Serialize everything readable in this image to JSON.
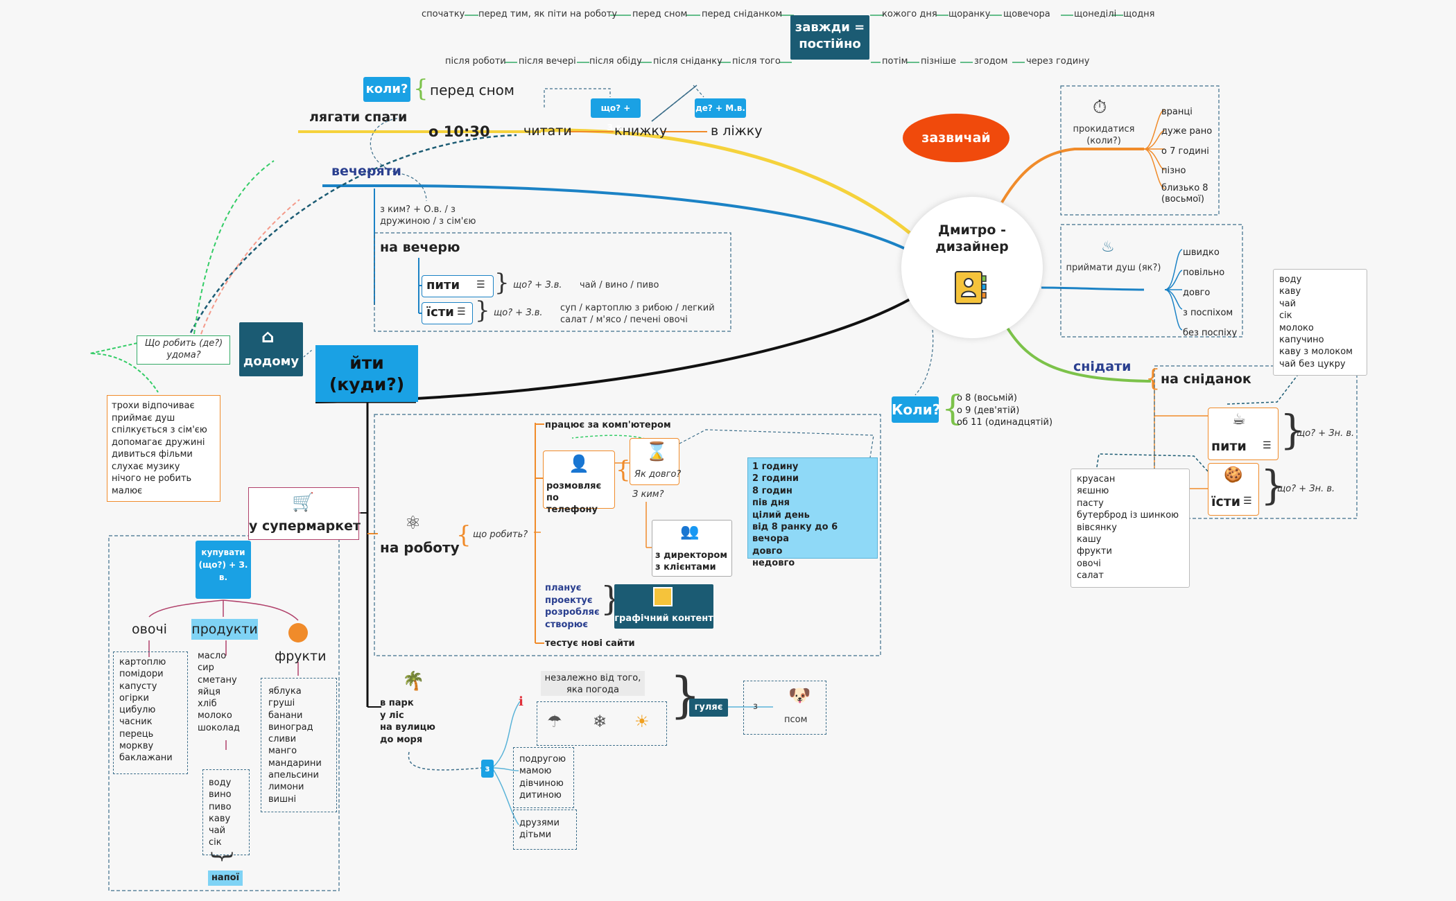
{
  "center": {
    "title": "Дмитро - дизайнер"
  },
  "usually_badge": "зазвичай",
  "always": {
    "title": "завжди = постійно"
  },
  "top_row1": [
    "спочатку",
    "перед тим, як піти на роботу",
    "перед сном",
    "перед сніданком"
  ],
  "top_row1_right": [
    "кожого дня",
    "щоранку",
    "щовечора",
    "щонеділі",
    "щодня"
  ],
  "top_row2": [
    "після роботи",
    "після вечері",
    "після обіду",
    "після сніданку",
    "після того"
  ],
  "top_row2_right": [
    "потім",
    "пізніше",
    "згодом",
    "через годину"
  ],
  "sleep": {
    "verb": "лягати спати",
    "when_chip": "коли?",
    "when_value": "перед сном",
    "time": "о 10:30",
    "read": "читати",
    "book": "книжку",
    "bed": "в ліжку",
    "chip_what": "що? + З.в.",
    "chip_where": "де? + М.в."
  },
  "dinner": {
    "verb": "вечеряти",
    "with_whom": "з ким? + О.в. / з дружиною / з сім'єю",
    "at": "на вечерю",
    "drink": "пити",
    "eat": "їсти",
    "what_label": "що? + З.в.",
    "drink_list": "чай / вино / пиво",
    "eat_list": "суп / картоплю з рибою / легкий салат / м'ясо / печені овочі"
  },
  "home": {
    "label": "додому",
    "question": "Що робить (де?) удома?",
    "list": [
      "трохи відпочиває",
      "приймає душ",
      "спілкується з сім'єю",
      "допомагає дружині",
      "дивиться фільми",
      "слухає музику",
      "нічого не робить",
      "малює"
    ]
  },
  "go": {
    "label": "йти (куди?)"
  },
  "supermarket": {
    "label": "у супермаркет",
    "buy": "купувати (що?) + З. в.",
    "veg": "овочі",
    "products": "продукти",
    "fruits": "фрукти",
    "veg_list": [
      "картоплю",
      "помідори",
      "капусту",
      "огірки",
      "цибулю",
      "часник",
      "перець",
      "моркву",
      "баклажани"
    ],
    "products_list": [
      "масло",
      "сир",
      "сметану",
      "яйця",
      "хліб",
      "молоко",
      "шоколад"
    ],
    "fruit_list": [
      "яблука",
      "груші",
      "банани",
      "виноград",
      "сливи",
      "манго",
      "мандарини",
      "апельсини",
      "лимони",
      "вишні"
    ],
    "drinks_list": [
      "воду",
      "вино",
      "пиво",
      "каву",
      "чай",
      "сік"
    ],
    "drinks_label": "напої"
  },
  "work": {
    "label": "на роботу",
    "what_does": "що робить?",
    "computer": "працює за комп'ютером",
    "phone": "розмовляє по телефону",
    "how_long": "Як довго?",
    "with_whom": "З ким?",
    "director": "з директором з клієнтами",
    "durations": [
      "1 годину",
      "2 години",
      "8 годин",
      "пів дня",
      "цілий день",
      "від 8 ранку до 6 вечора",
      "довго",
      "недовго"
    ],
    "plans": [
      "планує",
      "проектує",
      "розробляє",
      "створює"
    ],
    "graphic": "графічний контент",
    "tests": "тестує нові сайти"
  },
  "park": {
    "places": [
      "в парк",
      "у ліс",
      "на вулицю",
      "до моря"
    ],
    "weather": "незалежно від того, яка погода",
    "walks": "гуляє",
    "with_chip": "з",
    "with_list": [
      "подругою",
      "мамою",
      "дівчиною",
      "дитиною"
    ],
    "with_list2": [
      "друзями",
      "дітьми"
    ],
    "with_small": "з",
    "dog": "псом"
  },
  "wake": {
    "label": "прокидатися (коли?)",
    "list": [
      "вранці",
      "дуже рано",
      "о 7 годині",
      "пізно",
      "близько 8 (восьмої)"
    ]
  },
  "shower": {
    "label": "приймати душ (як?)",
    "list": [
      "швидко",
      "повільно",
      "довго",
      "з поспіхом",
      "без поспіху"
    ]
  },
  "when": {
    "chip": "Коли?",
    "list": [
      "о 8 (восьмій)",
      "о 9 (дев'ятій)",
      "об 11 (одинадцятій)"
    ]
  },
  "breakfast": {
    "verb": "снідати",
    "at": "на сніданок",
    "drink": "пити",
    "eat": "їсти",
    "what_label": "що? + Зн. в.",
    "drink_list": [
      "воду",
      "каву",
      "чай",
      "сік",
      "молоко",
      "капучино",
      "каву з молоком",
      "чай без цукру"
    ],
    "eat_list": [
      "круасан",
      "яєшню",
      "пасту",
      "бутерброд із шинкою",
      "вівсянку",
      "кашу",
      "фрукти",
      "овочі",
      "салат"
    ]
  },
  "colors": {
    "accent": "#1aa1e4",
    "navy": "#1b5b73",
    "orange": "#f08b2a",
    "red": "#f04a0c",
    "yellow": "#f5d23c",
    "green": "#7cc24a",
    "blue": "#1b82c5"
  }
}
